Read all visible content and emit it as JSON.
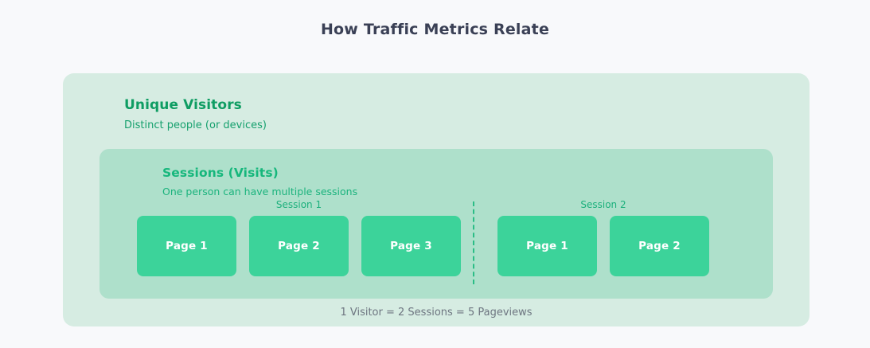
{
  "title": "How Traffic Metrics Relate",
  "visitors": {
    "heading": "Unique Visitors",
    "subtitle": "Distinct people (or devices)"
  },
  "sessions": {
    "heading": "Sessions (Visits)",
    "subtitle": "One person can have multiple sessions",
    "groups": [
      {
        "label": "Session 1",
        "pages": [
          {
            "label": "Page 1"
          },
          {
            "label": "Page 2"
          },
          {
            "label": "Page 3"
          }
        ]
      },
      {
        "label": "Session 2",
        "pages": [
          {
            "label": "Page 1"
          },
          {
            "label": "Page 2"
          }
        ]
      }
    ]
  },
  "summary": "1 Visitor = 2 Sessions = 5 Pageviews",
  "colors": {
    "page_background": "#f8f9fb",
    "title_text": "#3a4055",
    "visitors_box": "#d6ece2",
    "visitors_heading_text": "#0f9d63",
    "sessions_box": "#aee0cb",
    "sessions_heading_text": "#16b77c",
    "page_card": "#3cd39a",
    "page_card_text": "#ffffff",
    "divider": "#2bbd86",
    "summary_text": "#6d7580"
  }
}
